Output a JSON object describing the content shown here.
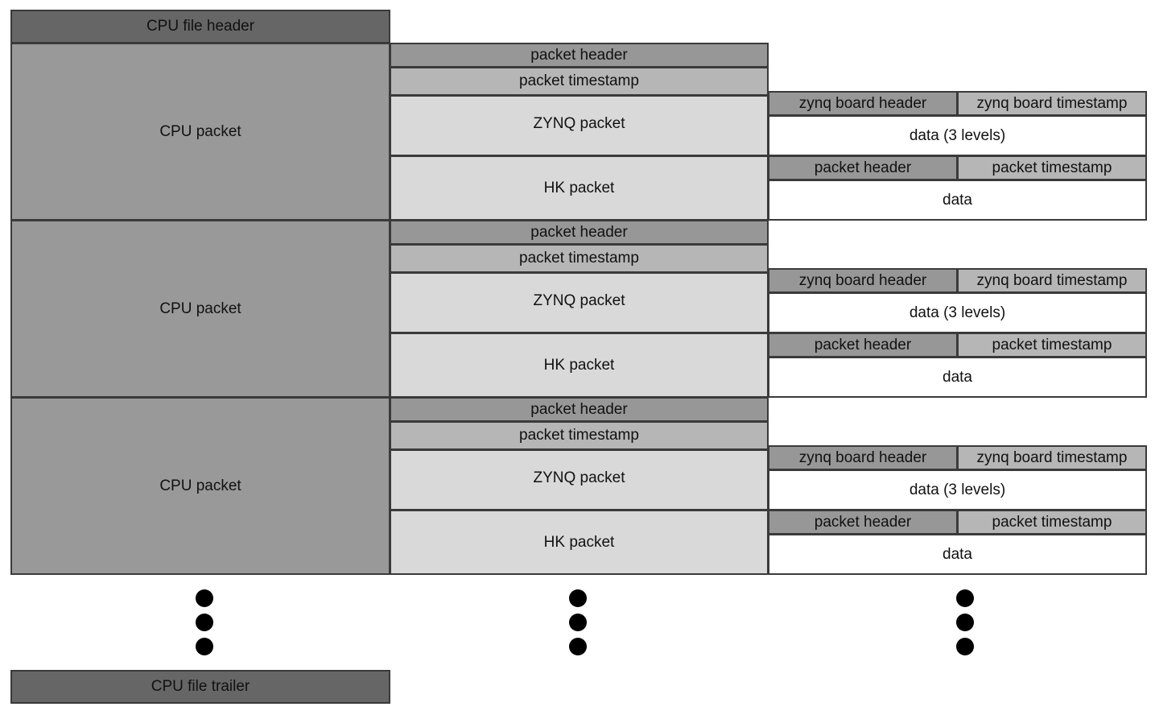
{
  "file_header": "CPU file header",
  "file_trailer": "CPU file trailer",
  "cpu_packets": [
    {
      "label": "CPU packet",
      "packet_header": "packet header",
      "packet_timestamp": "packet timestamp",
      "zynq_packet": {
        "label": "ZYNQ packet",
        "board_header": "zynq board header",
        "board_timestamp": "zynq board timestamp",
        "data": "data (3 levels)"
      },
      "hk_packet": {
        "label": "HK packet",
        "header": "packet header",
        "timestamp": "packet timestamp",
        "data": "data"
      }
    },
    {
      "label": "CPU packet",
      "packet_header": "packet header",
      "packet_timestamp": "packet timestamp",
      "zynq_packet": {
        "label": "ZYNQ packet",
        "board_header": "zynq board header",
        "board_timestamp": "zynq board timestamp",
        "data": "data (3 levels)"
      },
      "hk_packet": {
        "label": "HK packet",
        "header": "packet header",
        "timestamp": "packet timestamp",
        "data": "data"
      }
    },
    {
      "label": "CPU packet",
      "packet_header": "packet header",
      "packet_timestamp": "packet timestamp",
      "zynq_packet": {
        "label": "ZYNQ packet",
        "board_header": "zynq board header",
        "board_timestamp": "zynq board timestamp",
        "data": "data (3 levels)"
      },
      "hk_packet": {
        "label": "HK packet",
        "header": "packet header",
        "timestamp": "packet timestamp",
        "data": "data"
      }
    }
  ]
}
